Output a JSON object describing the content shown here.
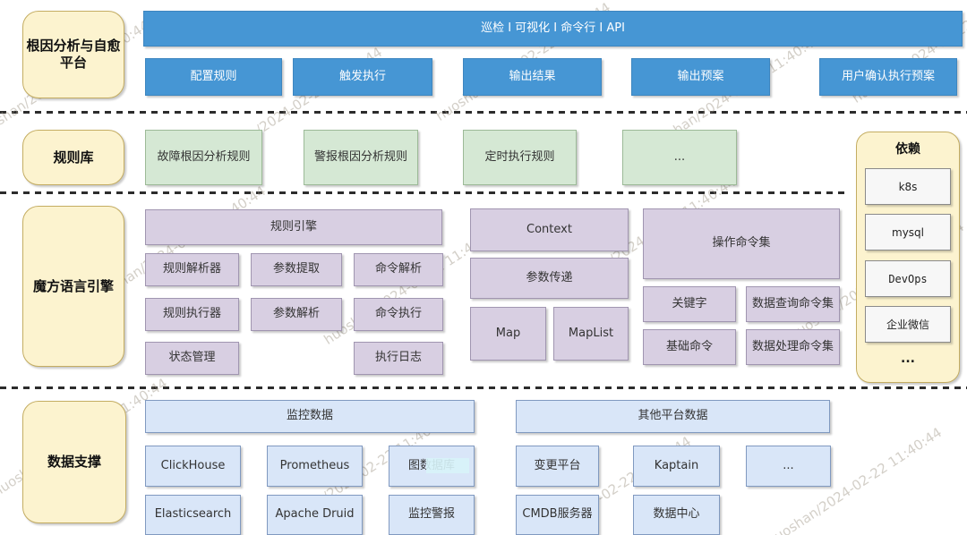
{
  "watermark": {
    "text": "huoshan/2024-02-22 11:40:44"
  },
  "platform": {
    "title_lines": [
      "根因分析与自愈",
      "平台"
    ],
    "topbar": "巡检 I 可视化 I 命令行 I API",
    "buttons": [
      "配置规则",
      "触发执行",
      "输出结果",
      "输出预案",
      "用户确认执行预案"
    ]
  },
  "rules": {
    "title": "规则库",
    "items": [
      "故障根因分析规则",
      "警报根因分析规则",
      "定时执行规则",
      "..."
    ]
  },
  "deps": {
    "title": "依赖",
    "items": [
      "k8s",
      "mysql",
      "DevOps",
      "企业微信"
    ],
    "more": "..."
  },
  "engine": {
    "title": "魔方语言引擎",
    "rule_engine": "规则引擎",
    "grid": [
      "规则解析器",
      "参数提取",
      "命令解析",
      "规则执行器",
      "参数解析",
      "命令执行",
      "状态管理",
      "执行日志"
    ],
    "context": "Context",
    "param_pass": "参数传递",
    "map": "Map",
    "maplist": "MapList",
    "op_cmds": "操作命令集",
    "keyword": "关键字",
    "query_cmds": "数据查询命令集",
    "base_cmds": "基础命令",
    "process_cmds": "数据处理命令集"
  },
  "data_support": {
    "title": "数据支撑",
    "monitor_header": "监控数据",
    "monitor_items": [
      "ClickHouse",
      "Prometheus",
      "图数据库",
      "Elasticsearch",
      "Apache Druid",
      "监控警报"
    ],
    "other_header": "其他平台数据",
    "other_items": [
      "变更平台",
      "Kaptain",
      "...",
      "CMDB服务器",
      "数据中心"
    ]
  },
  "colors": {
    "blue": "#4696d4",
    "yellow": "#fcf3cf",
    "green": "#d5e8d4",
    "purple": "#d8cfe2",
    "light_blue": "#d9e6f8"
  }
}
